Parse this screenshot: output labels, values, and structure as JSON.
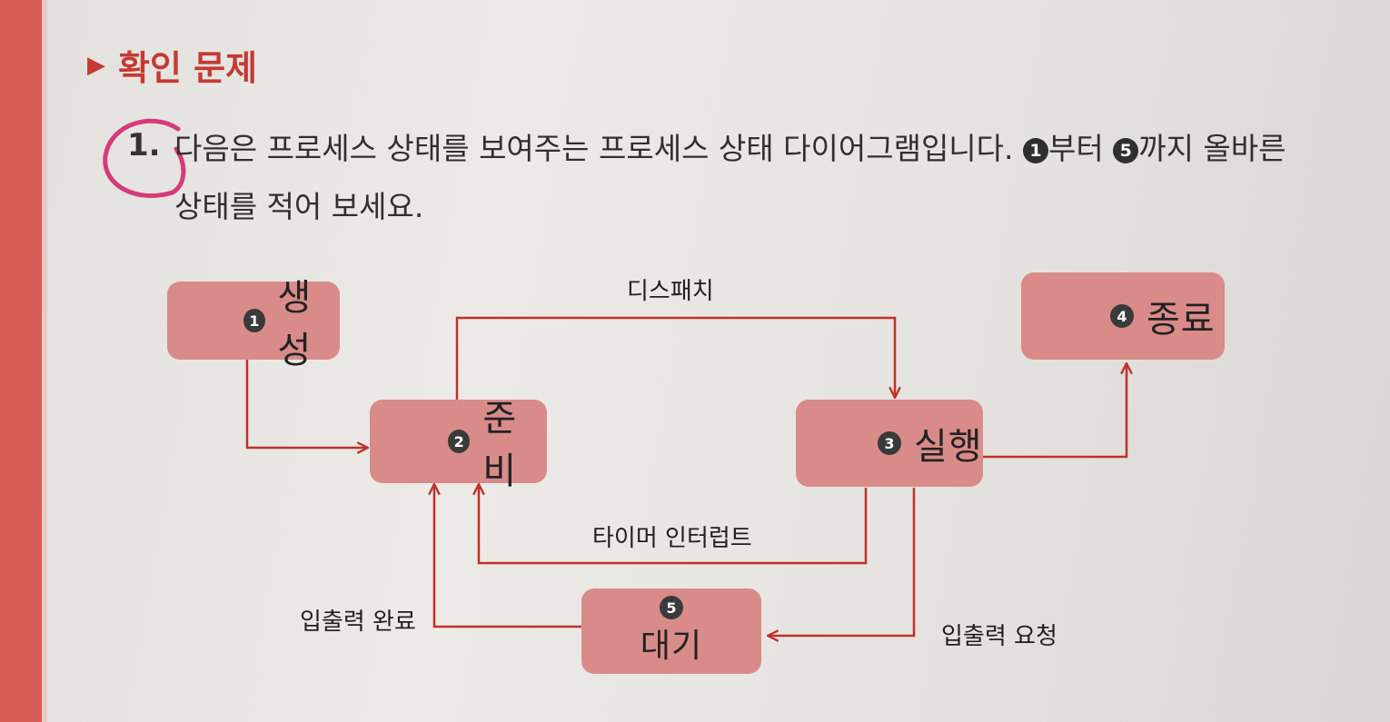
{
  "heading": {
    "marker": "▶",
    "title": "확인 문제"
  },
  "question": {
    "number": "1.",
    "text_part1": "다음은 프로세스 상태를 보여주는 프로세스 상태 다이어그램입니다. ",
    "start_num": "1",
    "text_part2": "부터 ",
    "end_num": "5",
    "text_part3": "까지 올바른",
    "text_line2": "상태를 적어 보세요."
  },
  "diagram": {
    "states": [
      {
        "num": "1",
        "answer": "생성"
      },
      {
        "num": "2",
        "answer": "준비"
      },
      {
        "num": "3",
        "answer": "실행"
      },
      {
        "num": "4",
        "answer": "종료"
      },
      {
        "num": "5",
        "answer": "대기"
      }
    ],
    "edges": {
      "dispatch": "디스패치",
      "timer_interrupt": "타이머 인터럽트",
      "io_complete": "입출력 완료",
      "io_request": "입출력 요청"
    }
  },
  "colors": {
    "accent": "#c53a34",
    "box": "#d98b8a",
    "line": "#c0302a",
    "margin": "#d45c55"
  }
}
